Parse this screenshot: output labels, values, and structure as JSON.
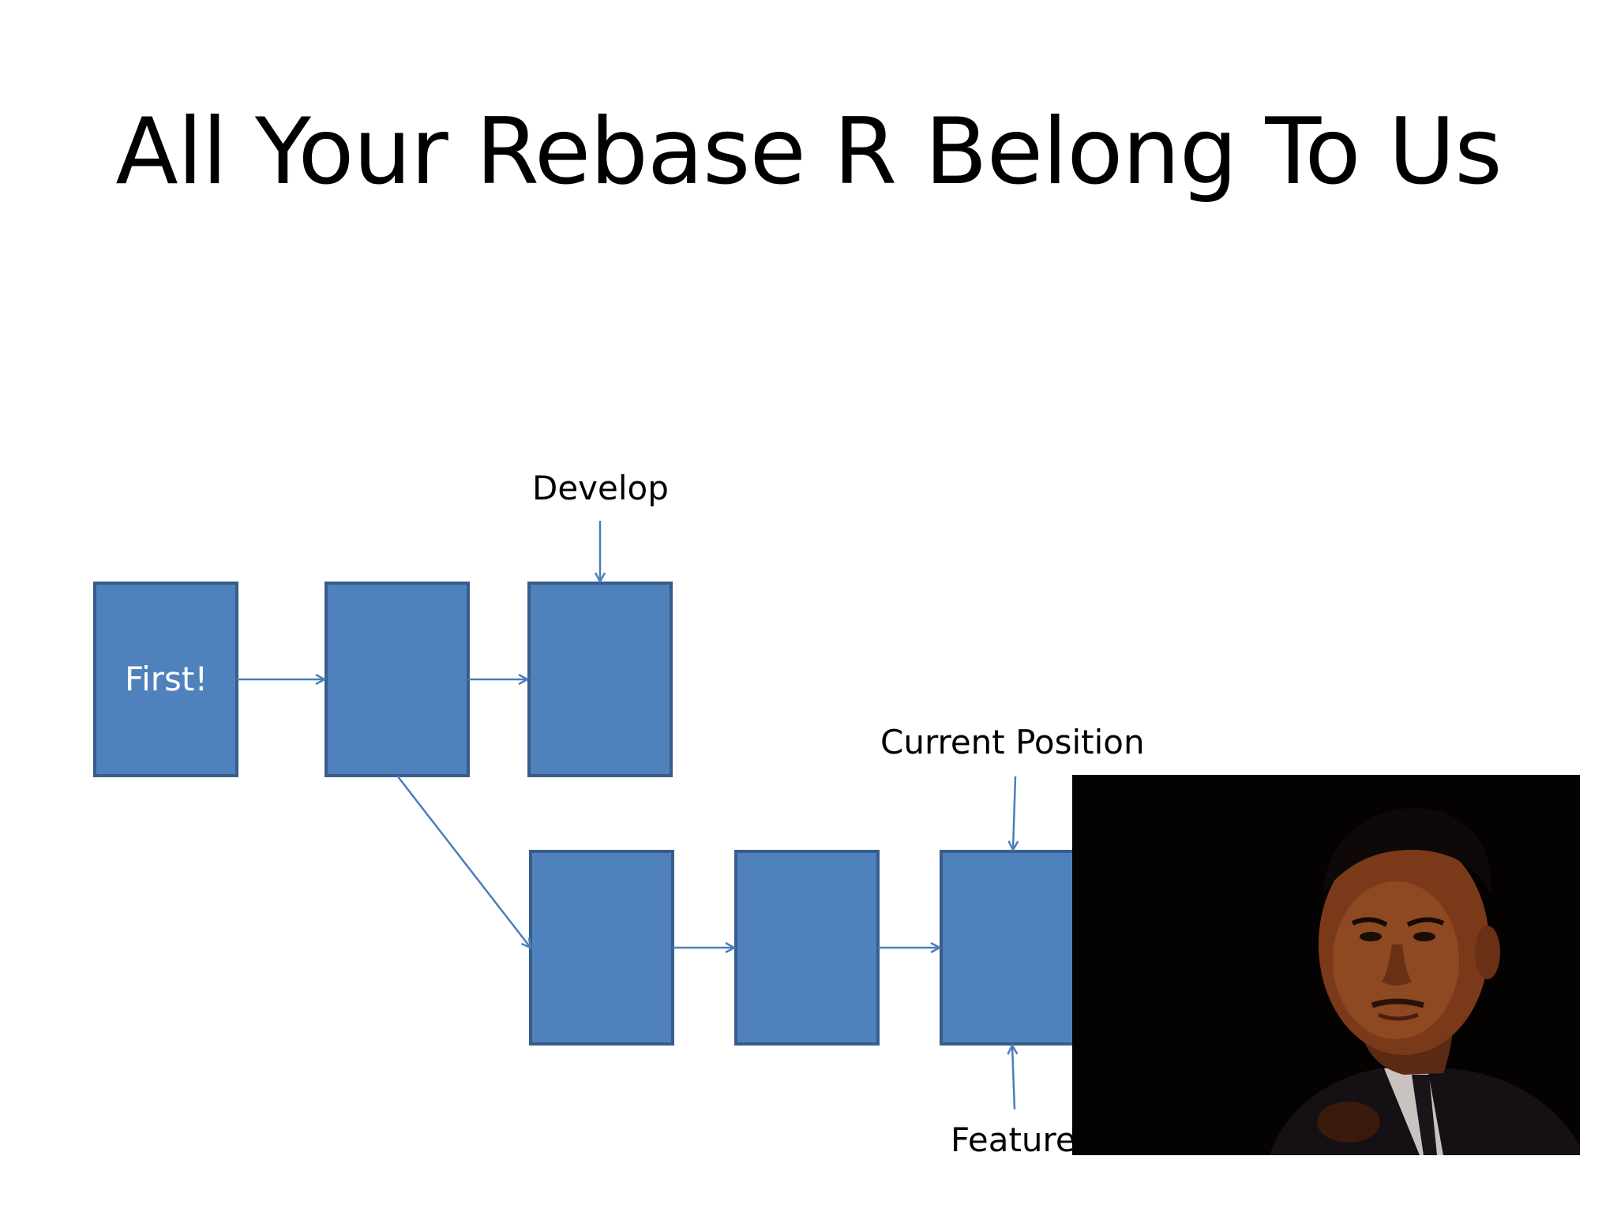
{
  "slide": {
    "title": "All Your Rebase R Belong To Us"
  },
  "diagram": {
    "first_commit_label": "First!",
    "develop_label": "Develop",
    "current_position_label": "Current Position",
    "feature_label": "Feature"
  },
  "colors": {
    "box_fill": "#4f81bd",
    "box_border": "#385d8a",
    "arrow": "#4a7ebb"
  },
  "photo": {
    "icon": "portrait-photo"
  }
}
